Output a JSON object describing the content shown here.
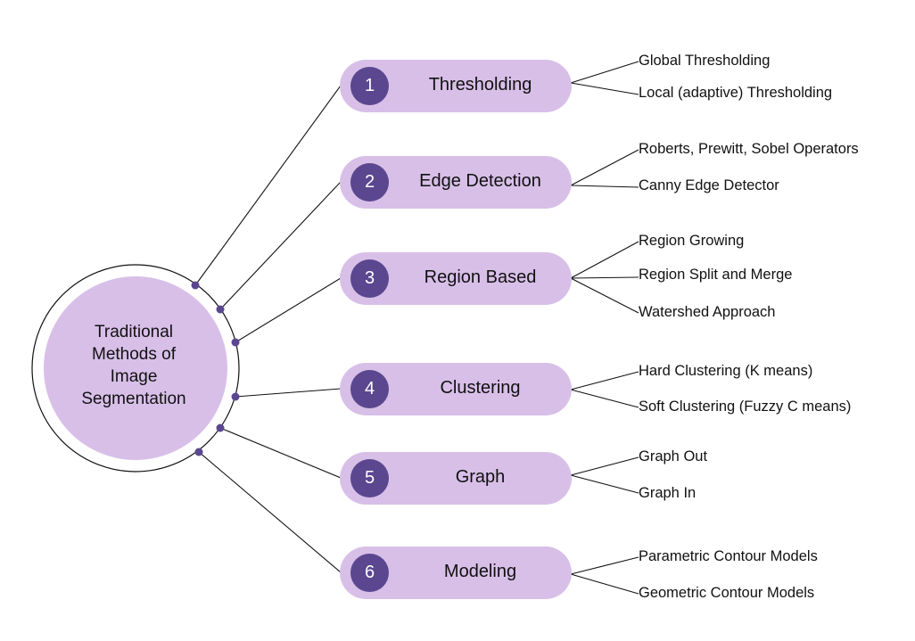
{
  "hub": {
    "lines": [
      "Traditional",
      "Methods of",
      "Image",
      "Segmentation"
    ]
  },
  "colors": {
    "pill_fill": "#d8bfe8",
    "number_circle": "#5a478f",
    "hub_fill": "#d8bfe8",
    "connector_dot": "#5a478f",
    "line": "#111111"
  },
  "methods": [
    {
      "number": "1",
      "label": "Thresholding",
      "subtypes": [
        "Global Thresholding",
        "Local (adaptive) Thresholding"
      ]
    },
    {
      "number": "2",
      "label": "Edge Detection",
      "subtypes": [
        "Roberts, Prewitt, Sobel Operators",
        "Canny Edge Detector"
      ]
    },
    {
      "number": "3",
      "label": "Region Based",
      "subtypes": [
        "Region Growing",
        "Region Split and Merge",
        "Watershed Approach"
      ]
    },
    {
      "number": "4",
      "label": "Clustering",
      "subtypes": [
        "Hard Clustering (K means)",
        "Soft Clustering (Fuzzy C means)"
      ]
    },
    {
      "number": "5",
      "label": "Graph",
      "subtypes": [
        "Graph Out",
        "Graph In"
      ]
    },
    {
      "number": "6",
      "label": "Modeling",
      "subtypes": [
        "Parametric Contour Models",
        "Geometric Contour Models"
      ]
    }
  ]
}
